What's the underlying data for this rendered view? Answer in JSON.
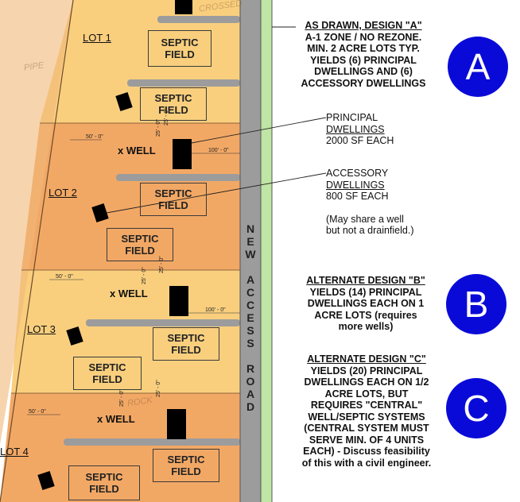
{
  "lots": {
    "lot1": "LOT 1",
    "lot2": "LOT 2",
    "lot3": "LOT 3",
    "lot4": "LOT 4"
  },
  "septic_label": "SEPTIC FIELD",
  "well_label": "x WELL",
  "road_label": "NEW ACCESS ROAD",
  "dims": {
    "setback_50": "50' - 0\"",
    "setback_100": "100' - 0\"",
    "sep_25": "25' - 0\""
  },
  "design_a": {
    "head": "AS DRAWN, DESIGN \"A\"",
    "lines": [
      "A-1 ZONE / NO REZONE.",
      "MIN. 2 ACRE LOTS TYP.",
      "YIELDS (6) PRINCIPAL",
      "DWELLINGS AND (6)",
      "ACCESSORY DWELLINGS"
    ],
    "badge": "A"
  },
  "principal": {
    "line1": "PRINCIPAL",
    "line2": "DWELLINGS",
    "line3": "2000 SF EACH"
  },
  "accessory": {
    "line1": "ACCESSORY",
    "line2": "DWELLINGS",
    "line3": "800 SF EACH",
    "note1": "(May share a well",
    "note2": "but not a drainfield.)"
  },
  "design_b": {
    "head": "ALTERNATE DESIGN \"B\"",
    "lines": [
      "YIELDS (14) PRINCIPAL",
      "DWELLINGS EACH ON 1",
      "ACRE LOTS (requires",
      "more wells)"
    ],
    "badge": "B"
  },
  "design_c": {
    "head": "ALTERNATE DESIGN \"C\"",
    "lines": [
      "YIELDS (20) PRINCIPAL",
      "DWELLINGS EACH ON 1/2",
      "ACRE LOTS, BUT",
      "REQUIRES \"CENTRAL\"",
      "WELL/SEPTIC SYSTEMS",
      "(CENTRAL SYSTEM MUST",
      "SERVE MIN. OF 4 UNITS",
      "EACH) - Discuss feasibility",
      "of this with a civil engineer."
    ],
    "badge": "C"
  },
  "colors": {
    "light_lot": "#f9cf7e",
    "dark_lot": "#f2a865",
    "road": "#9c9c9c",
    "green_strip": "#bfe6a4",
    "badge": "#0a0ad8"
  }
}
